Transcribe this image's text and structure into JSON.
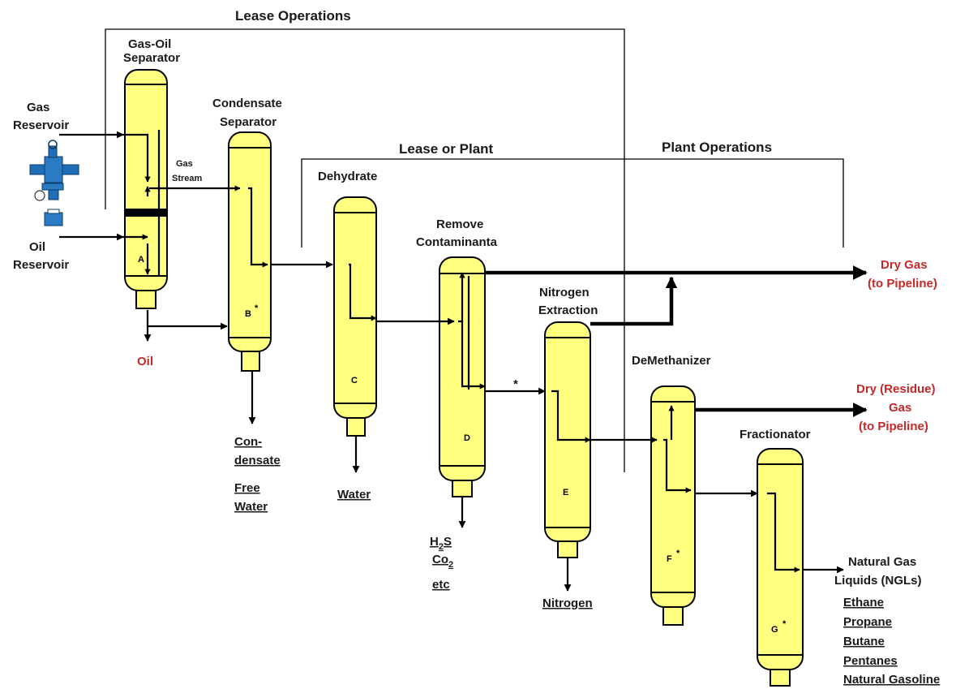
{
  "brackets": {
    "lease_operations": "Lease Operations",
    "lease_or_plant": "Lease or Plant",
    "plant_operations": "Plant Operations"
  },
  "inputs": {
    "gas_reservoir": [
      "Gas",
      "Reservoir"
    ],
    "oil_reservoir": [
      "Oil",
      "Reservoir"
    ]
  },
  "units": {
    "A": {
      "title": [
        "Gas-Oil",
        "Separator"
      ],
      "letter": "A"
    },
    "B": {
      "title": [
        "Condensate",
        "Separator"
      ],
      "letter": "B",
      "star": "*"
    },
    "C": {
      "title": [
        "Dehydrate"
      ],
      "letter": "C"
    },
    "D": {
      "title": [
        "Remove",
        "Contaminanta"
      ],
      "letter": "D"
    },
    "E": {
      "title": [
        "Nitrogen",
        "Extraction"
      ],
      "letter": "E"
    },
    "F": {
      "title": [
        "DeMethanizer"
      ],
      "letter": "F",
      "star": "*"
    },
    "G": {
      "title": [
        "Fractionator"
      ],
      "letter": "G",
      "star": "*"
    }
  },
  "streams": {
    "gas_stream": [
      "Gas",
      "Stream"
    ],
    "star_marker": "*"
  },
  "outputs": {
    "oil": "Oil",
    "condensate": [
      "Con-",
      "densate"
    ],
    "free_water": [
      "Free",
      "Water"
    ],
    "water": "Water",
    "h2s": {
      "base": "H",
      "sub": "2",
      "rest": "S"
    },
    "co2": {
      "base": "Co",
      "sub": "2"
    },
    "etc": "etc",
    "nitrogen": "Nitrogen",
    "dry_gas": [
      "Dry  Gas",
      "(to Pipeline)"
    ],
    "dry_residue_gas": [
      "Dry (Residue)",
      "Gas",
      "(to Pipeline)"
    ],
    "ngl_title": [
      "Natural Gas",
      "Liquids (NGLs)"
    ],
    "ngl_items": [
      "Ethane",
      "Propane",
      "Butane",
      "Pentanes",
      "Natural Gasoline"
    ]
  },
  "colors": {
    "vessel_fill": "#ffff80",
    "product_text": "#c62828"
  }
}
